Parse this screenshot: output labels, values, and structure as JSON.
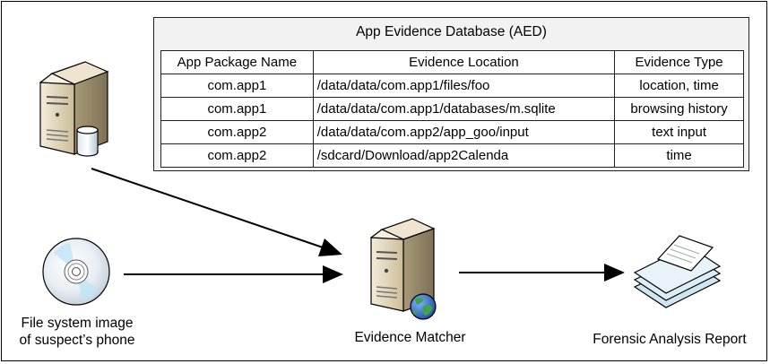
{
  "aed": {
    "title": "App Evidence Database (AED)",
    "columns": [
      "App Package Name",
      "Evidence Location",
      "Evidence Type"
    ],
    "rows": [
      {
        "package": "com.app1",
        "location": "/data/data/com.app1/files/foo",
        "type": "location, time"
      },
      {
        "package": "com.app1",
        "location": "/data/data/com.app1/databases/m.sqlite",
        "type": "browsing history"
      },
      {
        "package": "com.app2",
        "location": "/data/data/com.app2/app_goo/input",
        "type": "text input"
      },
      {
        "package": "com.app2",
        "location": "/sdcard/Download/app2Calenda",
        "type": "time"
      }
    ]
  },
  "nodes": {
    "database_server": {
      "icon": "database-server-icon"
    },
    "file_system_image": {
      "label_line1": "File system image",
      "label_line2": "of suspect’s phone",
      "icon": "disc-icon"
    },
    "evidence_matcher": {
      "label": "Evidence Matcher",
      "icon": "server-globe-icon"
    },
    "forensic_report": {
      "label": "Forensic Analysis Report",
      "icon": "document-stack-icon"
    }
  },
  "colors": {
    "panel_bg": "#f2f2f2",
    "server_tan": "#e3d6bb",
    "report_blue": "#cfe6f2",
    "globe_blue": "#2b63b8",
    "globe_green": "#3ea34a"
  }
}
